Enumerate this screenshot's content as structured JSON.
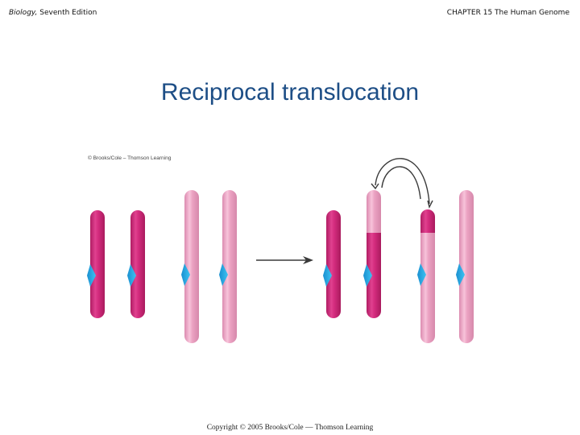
{
  "header": {
    "book_title": "Biology,",
    "edition": " Seventh Edition",
    "chapter": "CHAPTER 15 The Human Genome"
  },
  "title": "Reciprocal translocation",
  "credit": "© Brooks/Cole – Thomson Learning",
  "footer": "Copyright © 2005 Brooks/Cole — Thomson Learning",
  "colors": {
    "dark_chromosome": "#d42c7e",
    "light_chromosome": "#eba2c2",
    "centromere": "#2ab0ea",
    "arrow": "#3a3a3a",
    "title": "#1d4e86"
  },
  "icons": [
    "reaction-arrow-icon",
    "swap-arrow-icon"
  ]
}
